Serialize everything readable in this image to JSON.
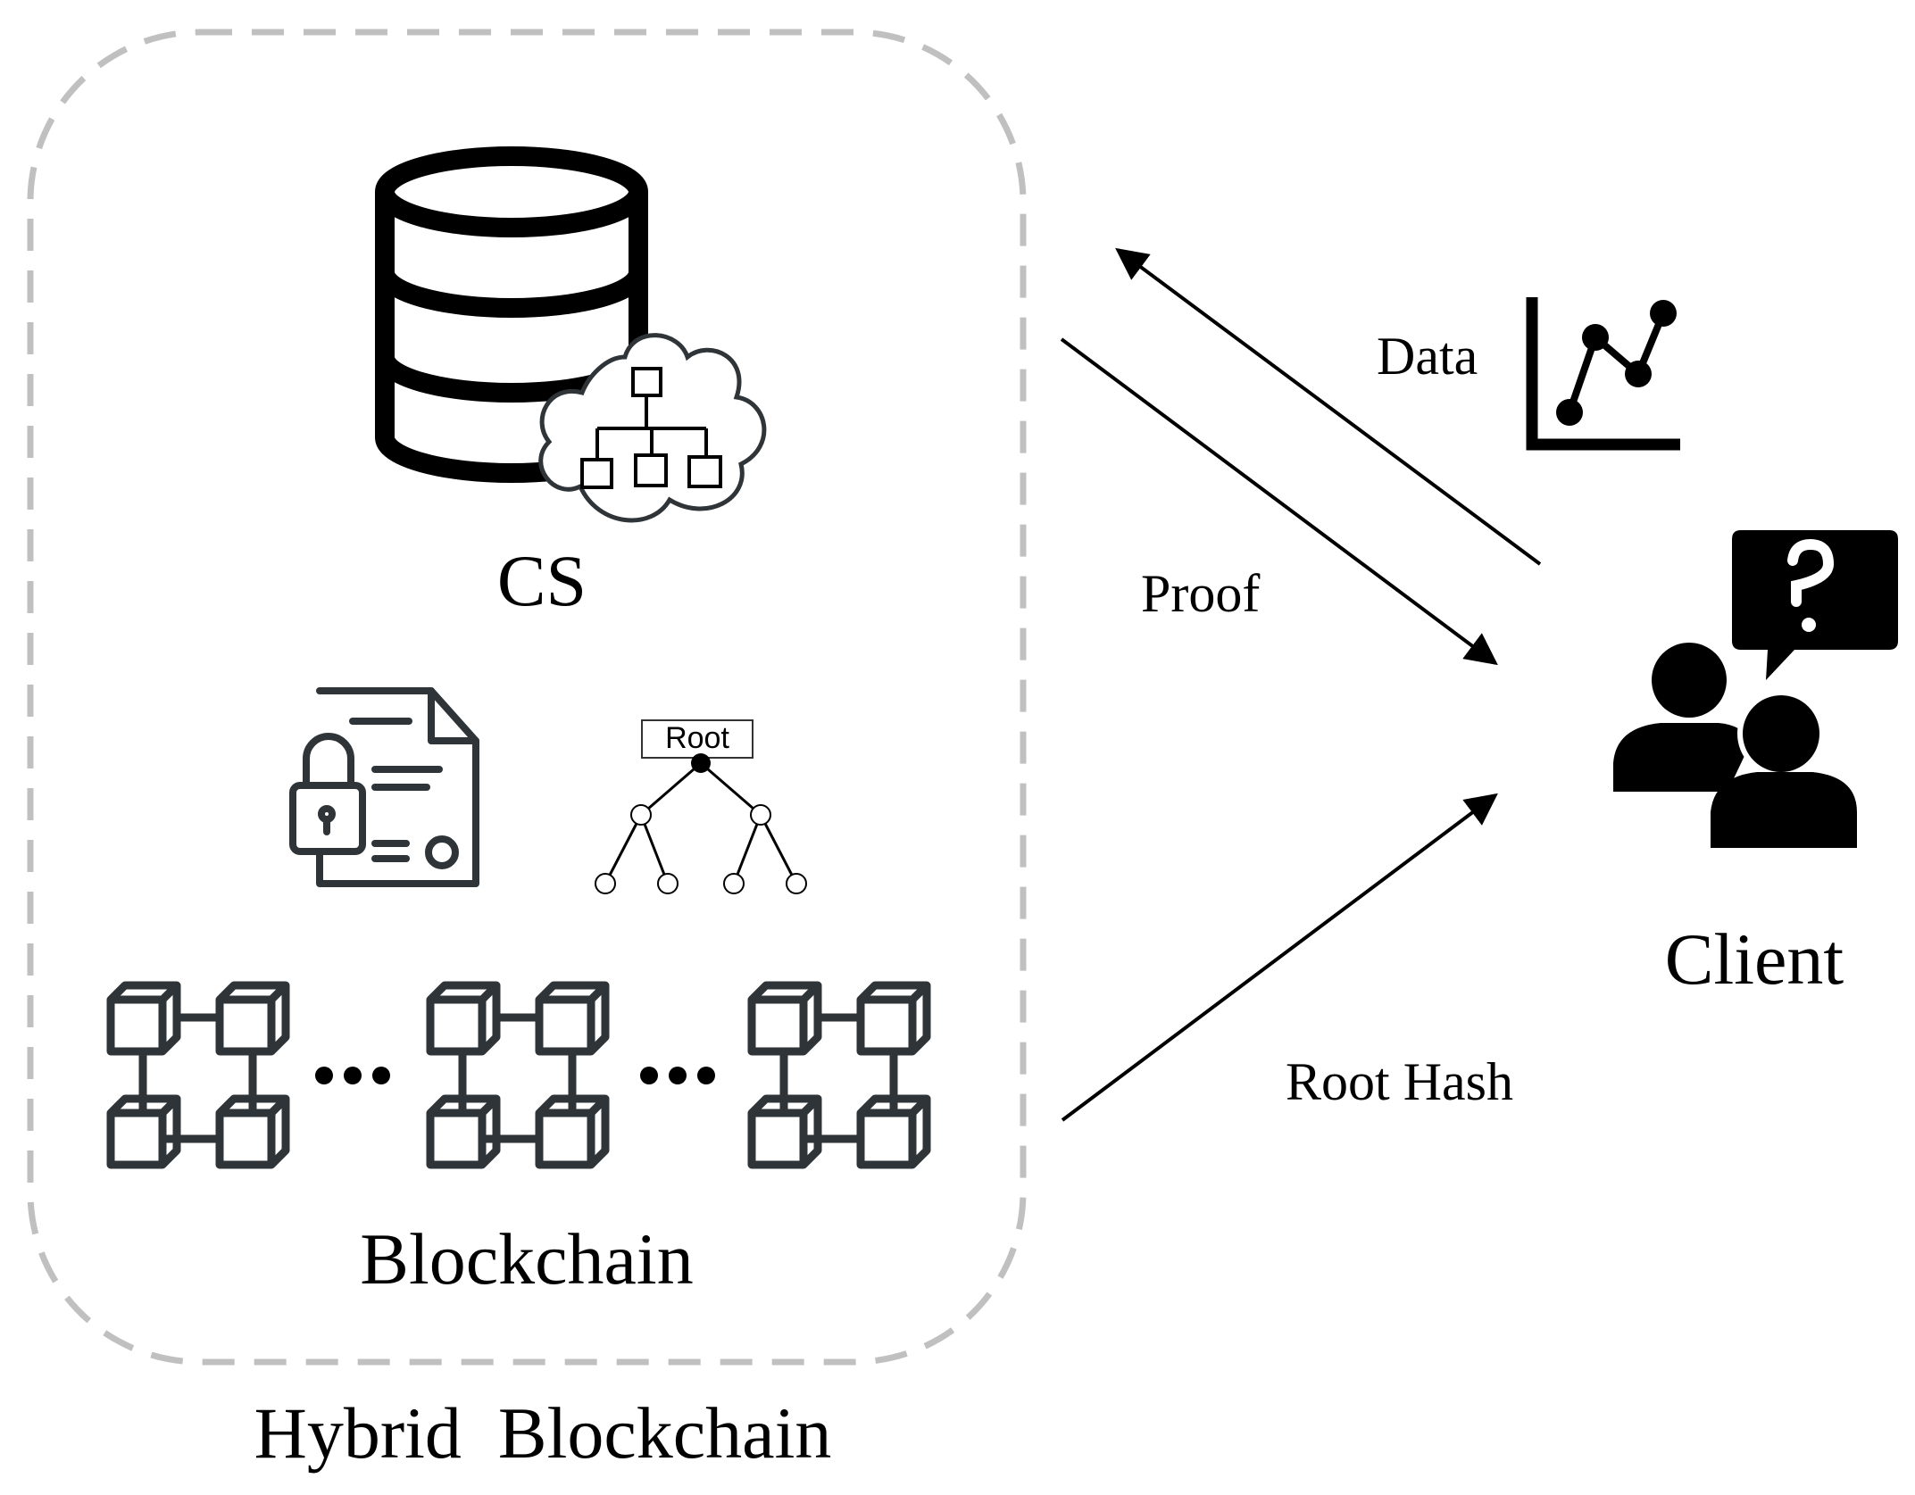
{
  "group_title": "Hybrid  Blockchain",
  "nodes": {
    "cs": {
      "label": "CS",
      "icon": "database-cloud-network-icon"
    },
    "blockchain": {
      "label": "Blockchain",
      "icon": "blockchain-blocks-icon"
    },
    "client": {
      "label": "Client",
      "icon": "users-question-icon"
    }
  },
  "merkle_tree": {
    "root_label": "Root",
    "icon": "merkle-tree-icon"
  },
  "document_icon": "locked-document-icon",
  "chart_icon": "line-chart-icon",
  "edges": [
    {
      "from": "client",
      "to": "cs",
      "label": "Data"
    },
    {
      "from": "cs",
      "to": "client",
      "label": "Proof"
    },
    {
      "from": "blockchain",
      "to": "client",
      "label": "Root Hash"
    }
  ],
  "colors": {
    "group_border": "#c0c0c0",
    "icon_dark": "#2e3438",
    "ink": "#000000"
  }
}
